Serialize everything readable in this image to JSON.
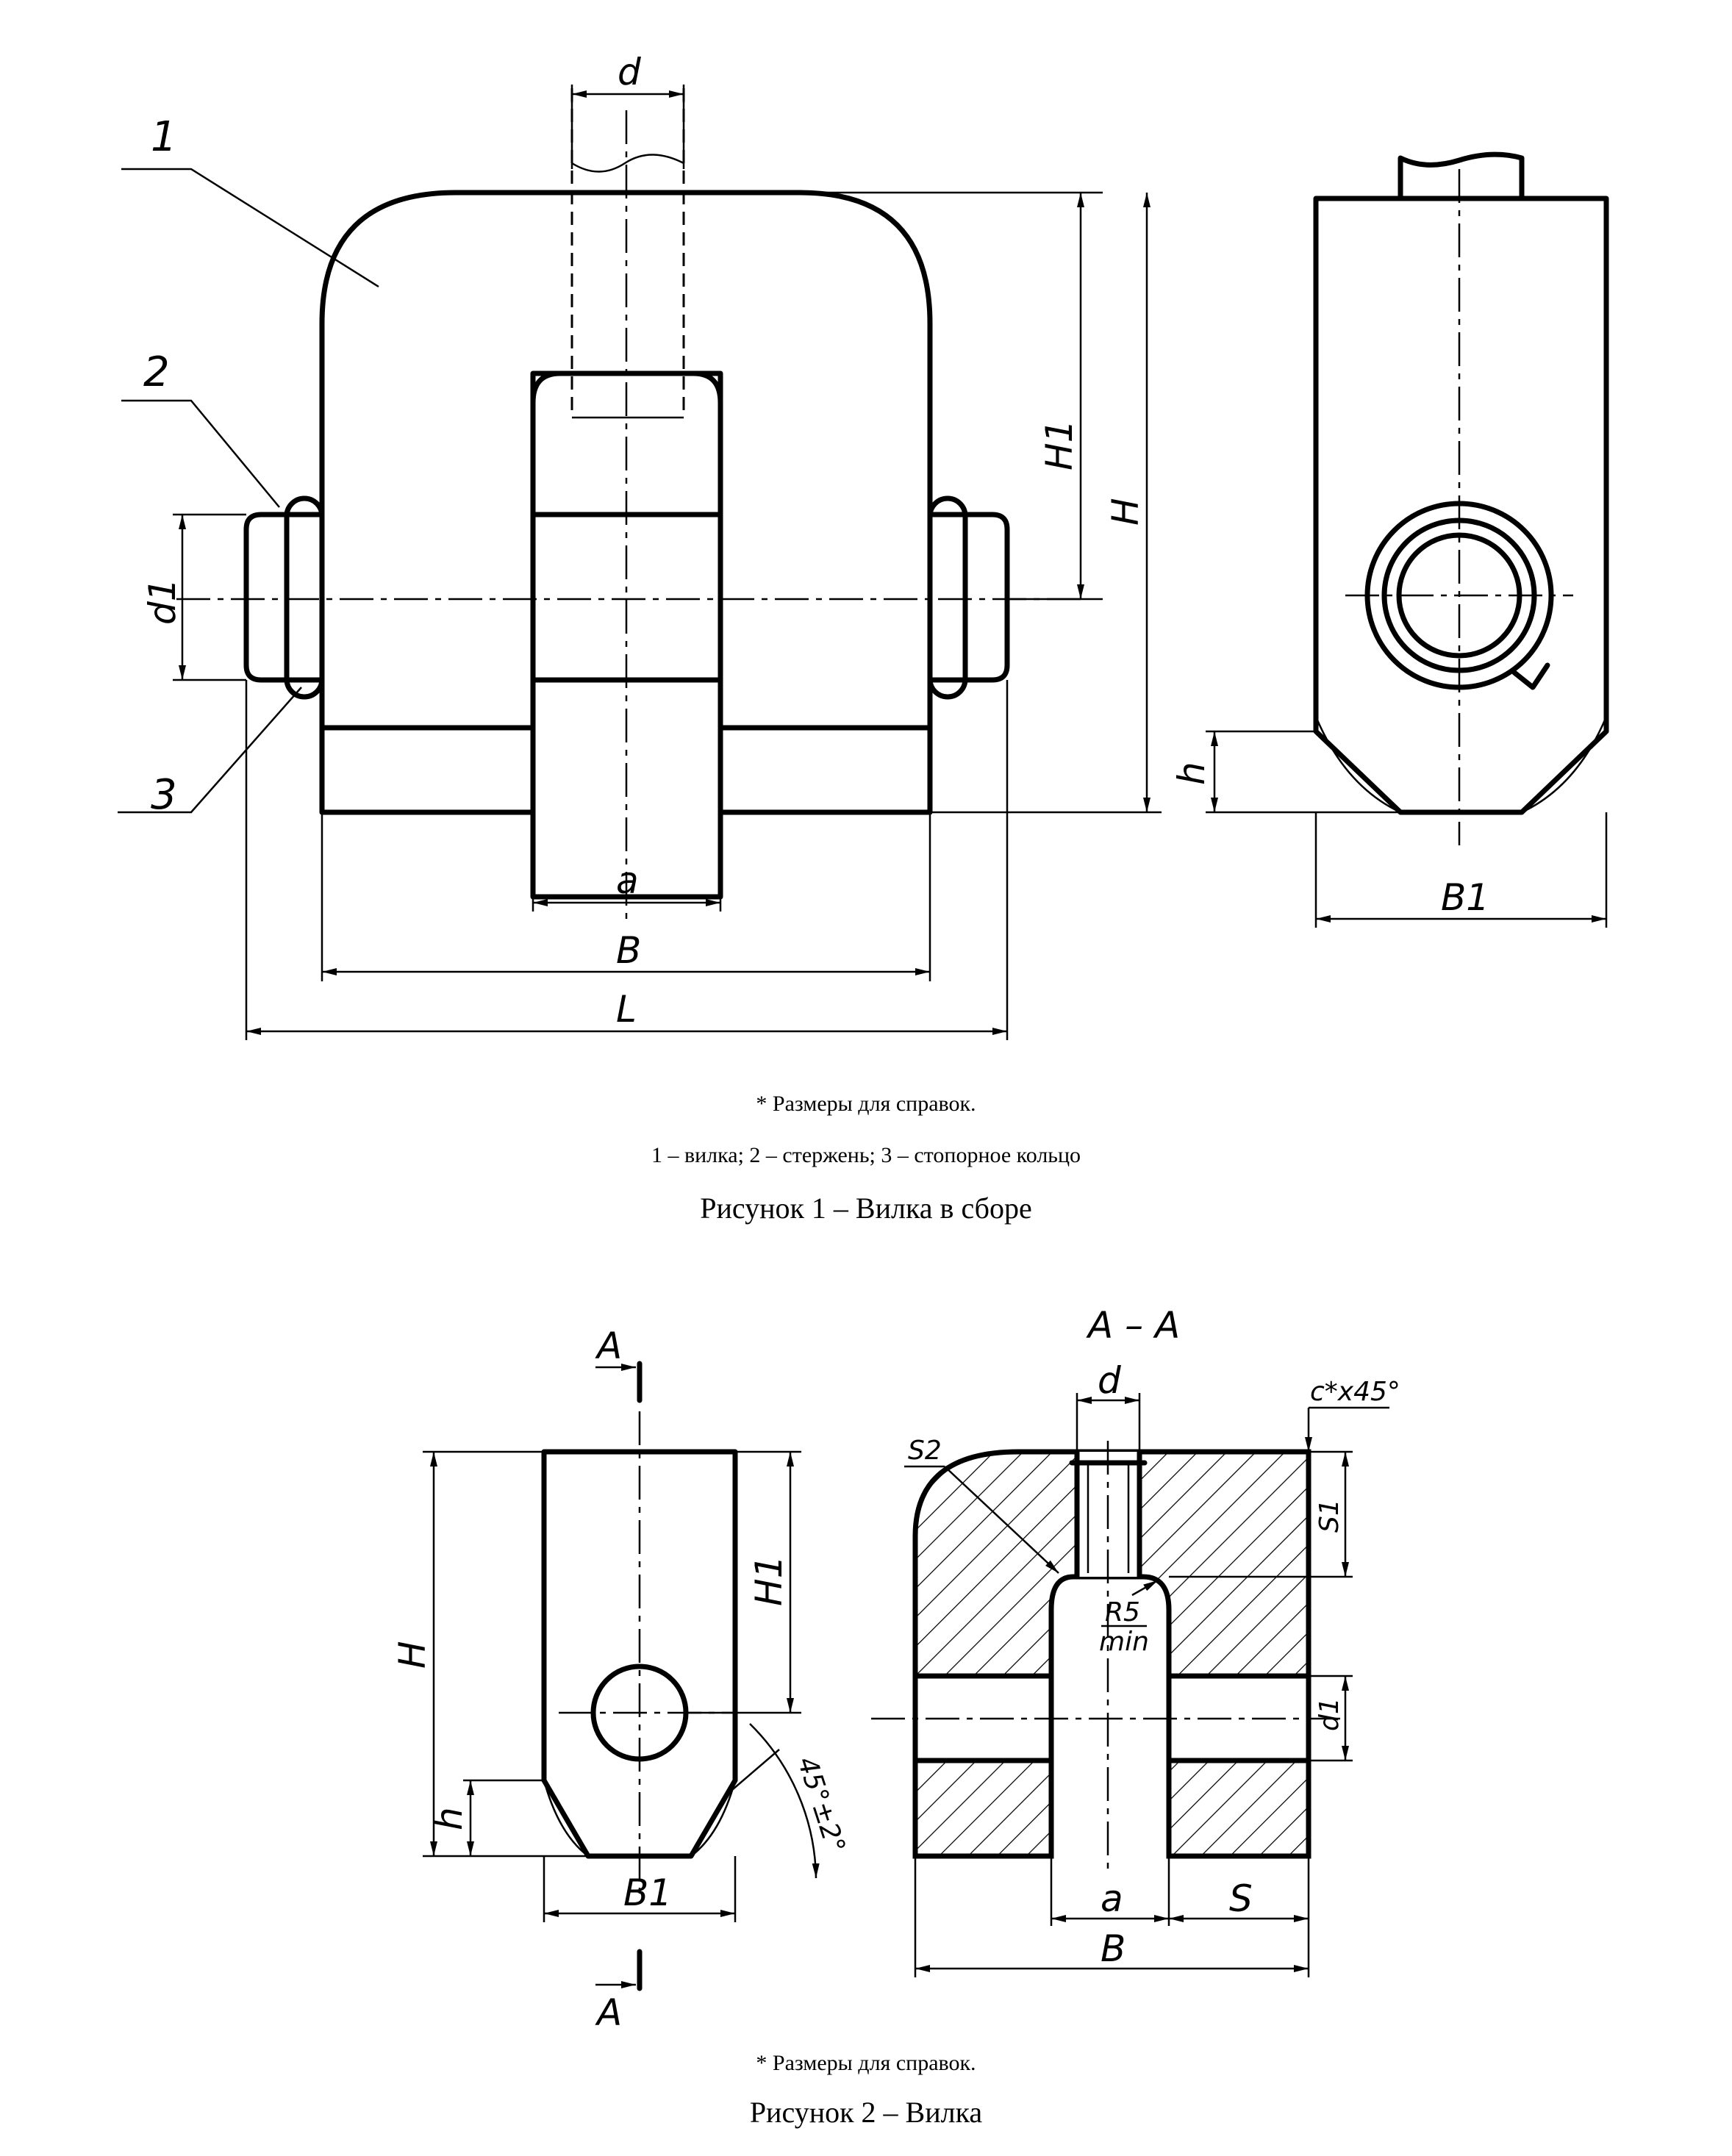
{
  "figure1": {
    "note": "* Размеры для справок.",
    "legend": "1 – вилка;  2 – стержень;  3 – стопорное кольцо",
    "caption": "Рисунок 1 –  Вилка  в  сборе",
    "part_labels": [
      "1",
      "2",
      "3"
    ],
    "dims": {
      "d": "d",
      "d1": "d1",
      "H1": "H1",
      "H": "H",
      "h": "h",
      "a": "a",
      "B": "B",
      "L": "L",
      "B1": "B1"
    }
  },
  "figure2": {
    "section_label": "А – А",
    "section_marker": "А",
    "note": "* Размеры для справок.",
    "caption": "Рисунок 2 –  Вилка",
    "dims": {
      "d": "d",
      "chamfer": "c*x45°",
      "S2": "S2",
      "S1": "S1",
      "R5": "R5",
      "min": "min",
      "d1": "d1",
      "a": "a",
      "S": "S",
      "B": "B",
      "H": "H",
      "H1": "H1",
      "h": "h",
      "B1": "B1",
      "angle": "45°±2°"
    }
  }
}
